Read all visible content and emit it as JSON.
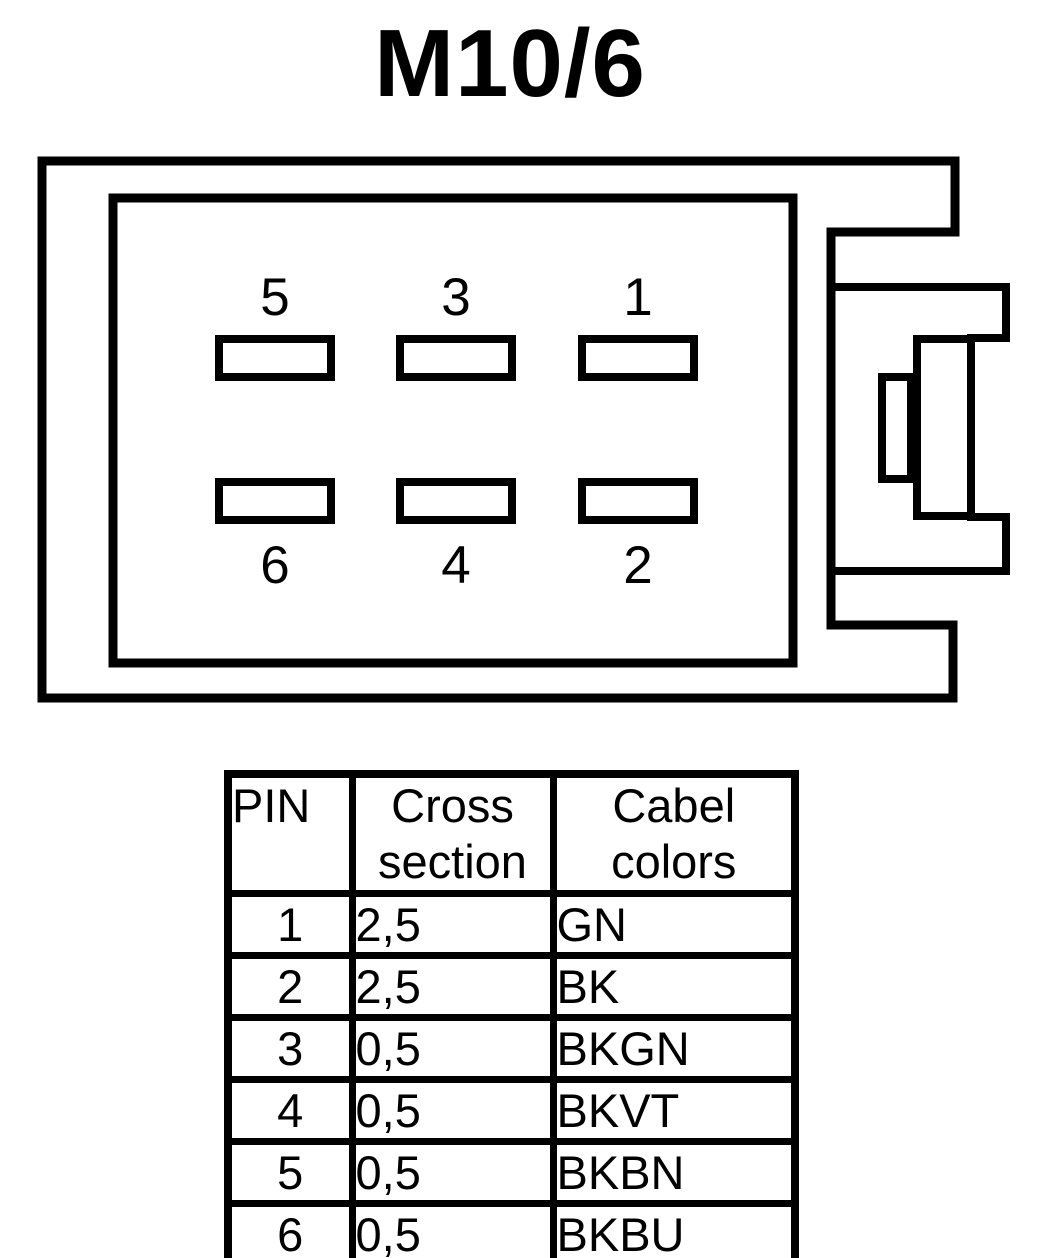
{
  "title": "M10/6",
  "colors": {
    "ink": "#000000",
    "background": "#ffffff"
  },
  "connector": {
    "pins_top": [
      "5",
      "3",
      "1"
    ],
    "pins_bottom": [
      "6",
      "4",
      "2"
    ]
  },
  "table": {
    "columns": [
      "PIN",
      "Cross section",
      "Cabel colors"
    ],
    "rows": [
      {
        "pin": "1",
        "cross_section": "2,5",
        "cable_color": "GN"
      },
      {
        "pin": "2",
        "cross_section": "2,5",
        "cable_color": "BK"
      },
      {
        "pin": "3",
        "cross_section": "0,5",
        "cable_color": "BKGN"
      },
      {
        "pin": "4",
        "cross_section": "0,5",
        "cable_color": "BKVT"
      },
      {
        "pin": "5",
        "cross_section": "0,5",
        "cable_color": "BKBN"
      },
      {
        "pin": "6",
        "cross_section": "0,5",
        "cable_color": "BKBU"
      }
    ]
  }
}
